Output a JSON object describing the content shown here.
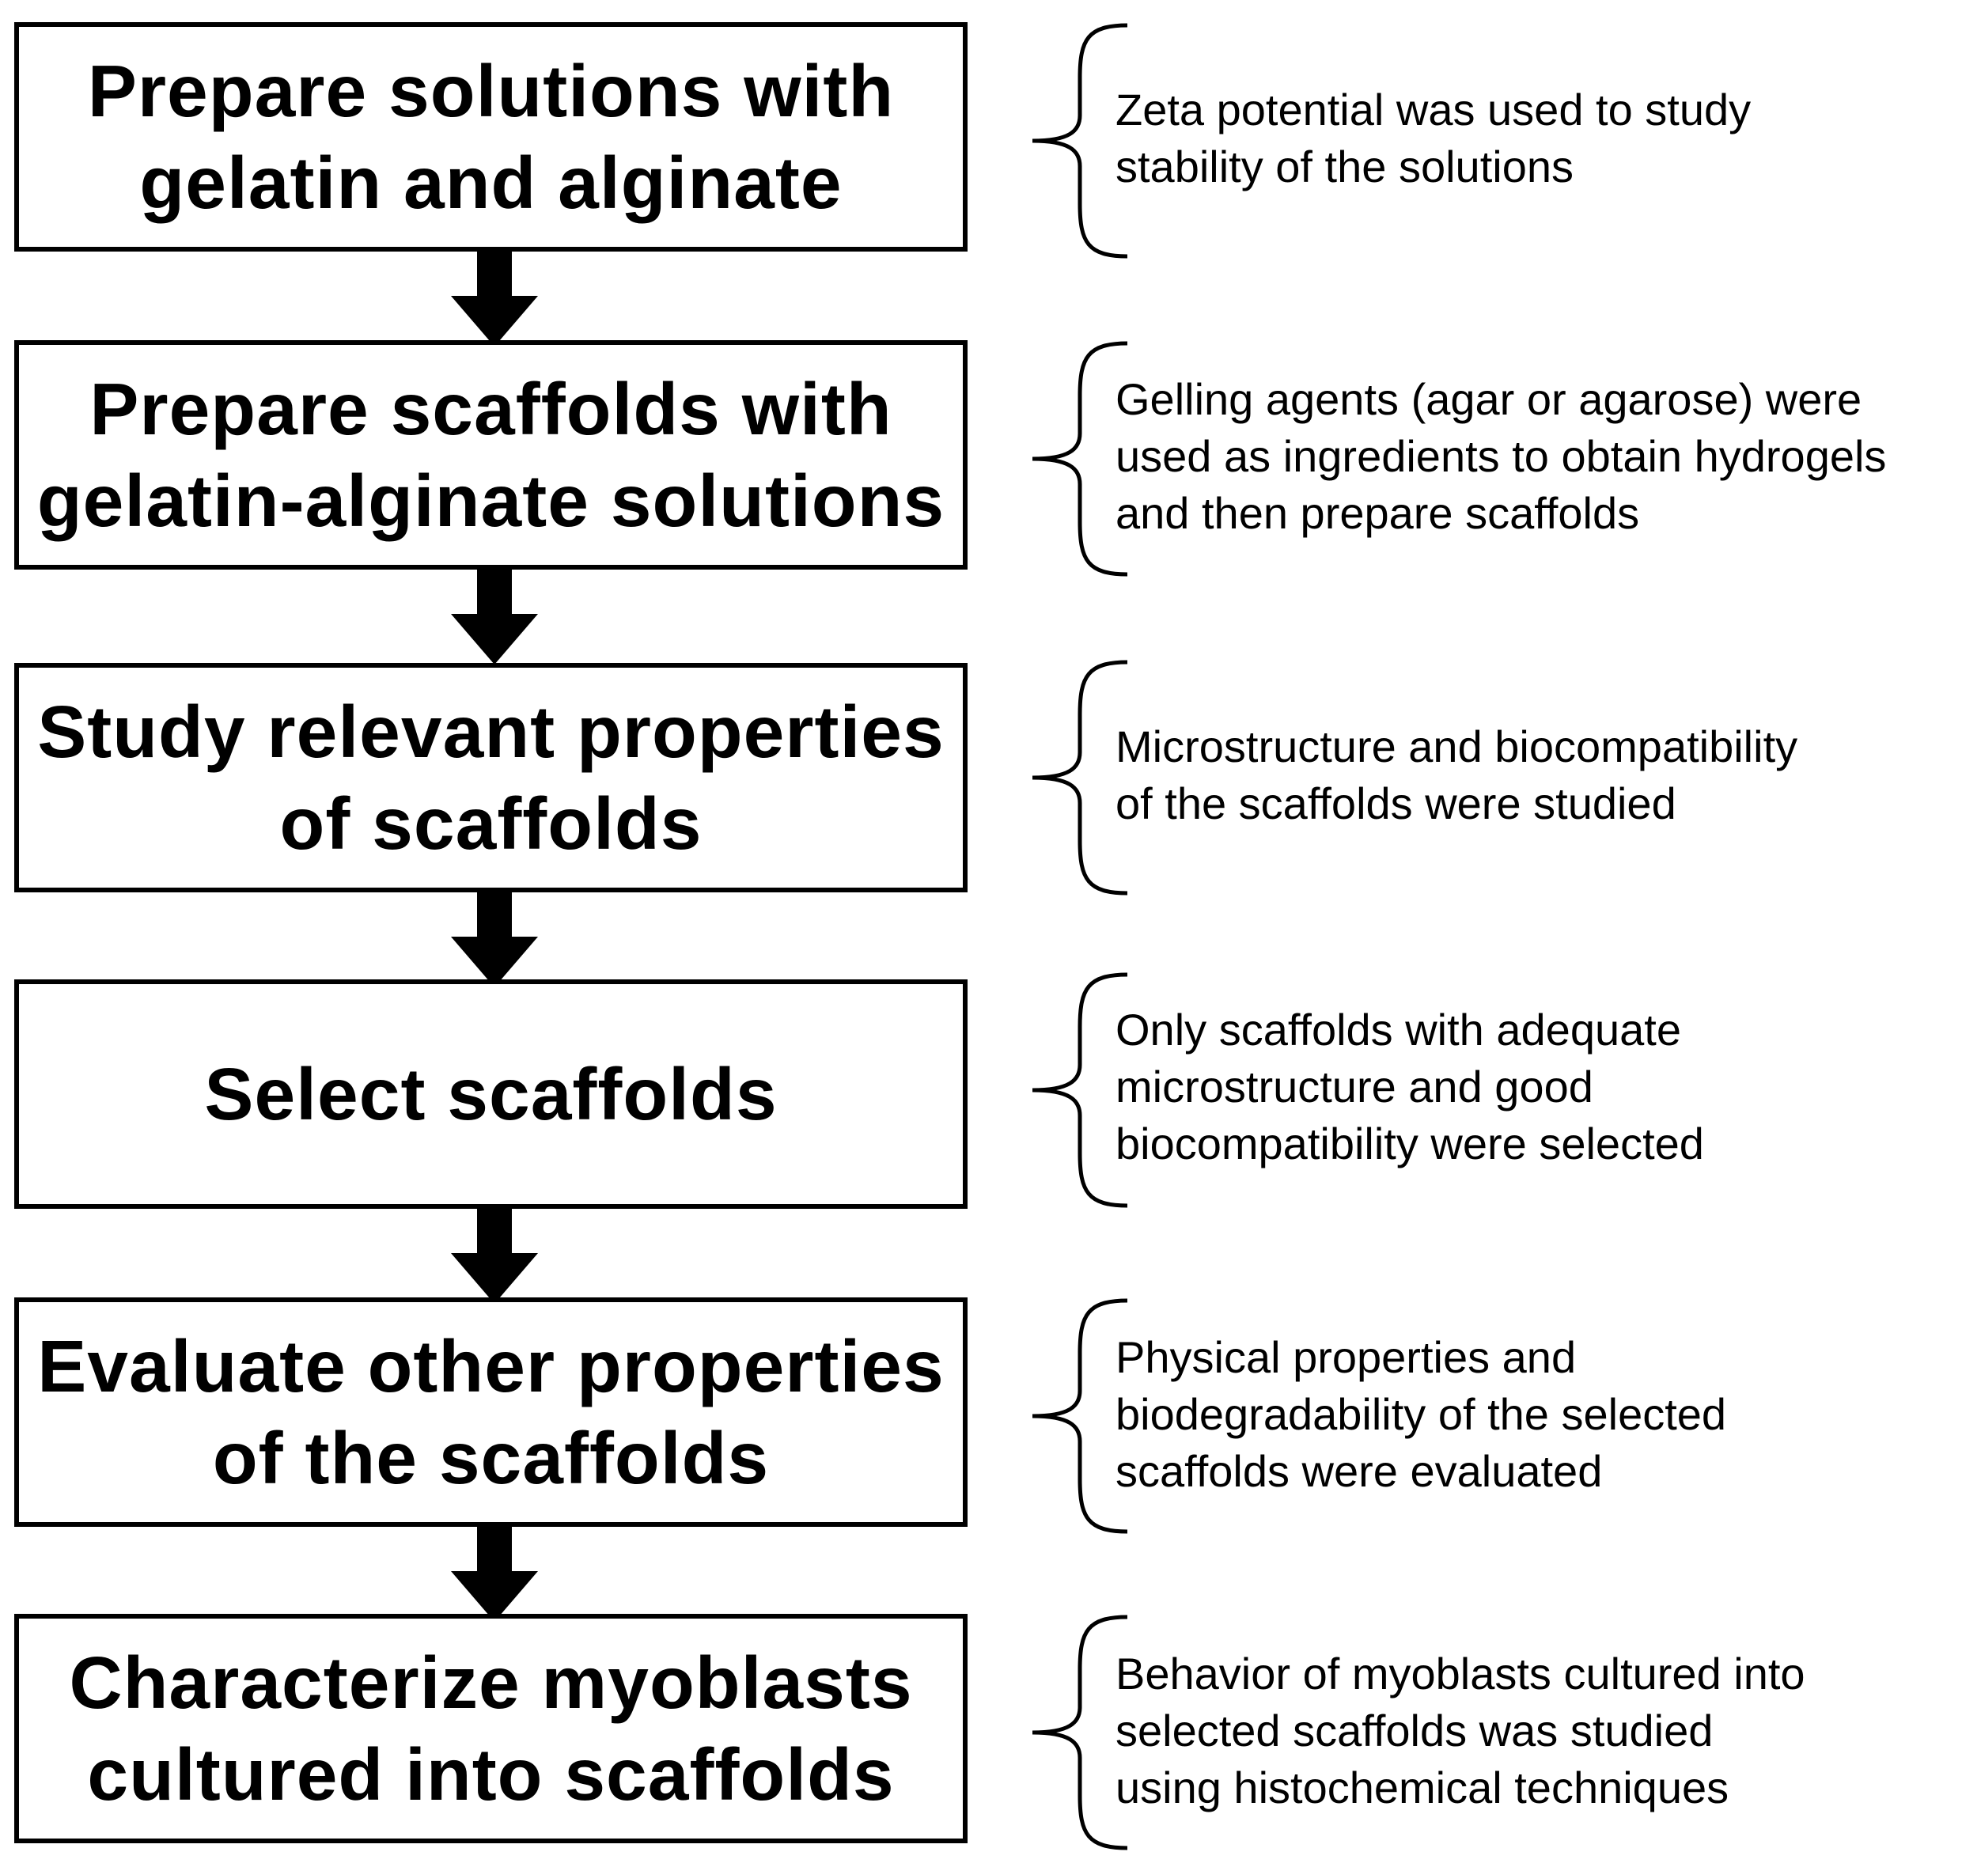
{
  "diagram": {
    "steps": [
      {
        "label": "Prepare solutions with\ngelatin and alginate",
        "note": "Zeta potential was used to study\nstability of the solutions"
      },
      {
        "label": "Prepare scaffolds with\ngelatin-alginate solutions",
        "note": "Gelling agents (agar or agarose) were\nused as ingredients to obtain hydrogels\nand then prepare scaffolds"
      },
      {
        "label": "Study relevant properties\nof scaffolds",
        "note": "Microstructure and biocompatibility\nof the scaffolds were studied"
      },
      {
        "label": "Select scaffolds",
        "note": "Only scaffolds with adequate\nmicrostructure and good\nbiocompatibility were selected"
      },
      {
        "label": "Evaluate other properties\nof the scaffolds",
        "note": "Physical properties and\nbiodegradability of the selected\nscaffolds were evaluated"
      },
      {
        "label": "Characterize myoblasts\ncultured into scaffolds",
        "note": "Behavior of myoblasts cultured into\nselected scaffolds was studied\nusing histochemical techniques"
      }
    ],
    "connector_icon": "down-arrow-icon",
    "annotation_icon": "curly-brace-icon",
    "colors": {
      "stroke": "#000000",
      "background": "#ffffff"
    }
  }
}
